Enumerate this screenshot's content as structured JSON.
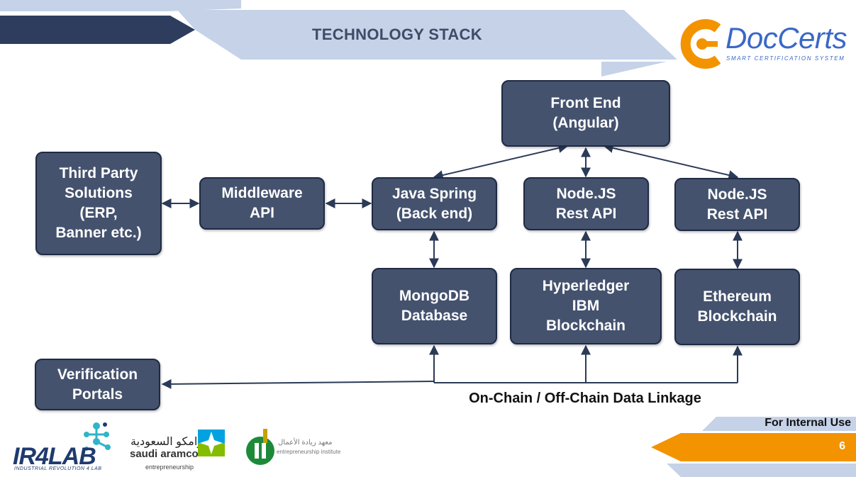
{
  "header": {
    "title": "TECHNOLOGY STACK"
  },
  "logo": {
    "name": "DocCerts",
    "tagline": "SMART CERTIFICATION SYSTEM",
    "icon": "doccerts-c-logo-icon"
  },
  "nodes": {
    "front_end": "Front End\n(Angular)",
    "third_party": "Third Party\nSolutions\n(ERP,\nBanner etc.)",
    "middleware": "Middleware\nAPI",
    "java_spring": "Java Spring\n(Back end)",
    "node_js_1": "Node.JS\nRest API",
    "node_js_2": "Node.JS\nRest API",
    "mongodb": "MongoDB\nDatabase",
    "hyperledger": "Hyperledger\nIBM\nBlockchain",
    "ethereum": "Ethereum\nBlockchain",
    "verification": "Verification\nPortals"
  },
  "linkage_caption": "On-Chain / Off-Chain Data Linkage",
  "footer": {
    "note": "For Internal Use",
    "page_number": "6",
    "partners": {
      "ir4lab": "IR4LAB",
      "ir4lab_tagline": "INDUSTRIAL REVOLUTION 4 LAB",
      "aramco_arabic": "أرامكو السعودية",
      "aramco_english": "saudi aramco",
      "aramco_sub": "entrepreneurship",
      "ei_arabic": "معهد ريادة الأعمال",
      "ei_english": "entrepreneurship institute"
    }
  },
  "colors": {
    "node_fill": "#44526e",
    "node_border": "#1f2a44",
    "banner_dark": "#2e3d5e",
    "banner_light": "#c5d2e8",
    "accent_orange": "#f39300",
    "logo_blue": "#3a68c8"
  }
}
